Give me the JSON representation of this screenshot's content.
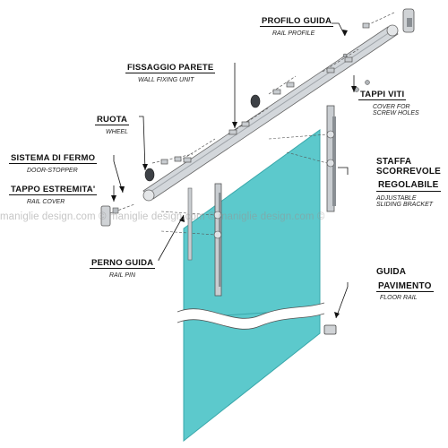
{
  "labels": {
    "rail": {
      "title": "PROFILO GUIDA",
      "subtitle": "RAIL PROFILE"
    },
    "wall_fixing": {
      "title": "FISSAGGIO PARETE",
      "subtitle": "WALL FIXING UNIT"
    },
    "screw_covers": {
      "title": "TAPPI VITI",
      "subtitle_lines": [
        "COVER FOR",
        "SCREW HOLES"
      ]
    },
    "wheel": {
      "title": "RUOTA",
      "subtitle": "WHEEL"
    },
    "door_stopper": {
      "title": "SISTEMA DI FERMO",
      "subtitle": "DOOR-STOPPER"
    },
    "rail_cover": {
      "title": "TAPPO ESTREMITA'",
      "subtitle": "RAIL COVER"
    },
    "sliding_bracket": {
      "title_lines": [
        "STAFFA",
        "SCORREVOLE",
        "REGOLABILE"
      ],
      "subtitle_lines": [
        "ADJUSTABLE",
        "SLIDING BRACKET"
      ]
    },
    "rail_pin": {
      "title": "PERNO GUIDA",
      "subtitle": "RAIL PIN"
    },
    "floor_rail": {
      "title_lines": [
        "GUIDA",
        "PAVIMENTO"
      ],
      "subtitle": "FLOOR RAIL"
    }
  },
  "watermark": "maniglie design.com © maniglie design.com © maniglie design.com ©",
  "colors": {
    "glass": "#5cc9cc",
    "glass_edge": "#3aa8ab",
    "rail": "#c9cdd1",
    "metal_dark": "#4a4f55",
    "text": "#111111"
  }
}
